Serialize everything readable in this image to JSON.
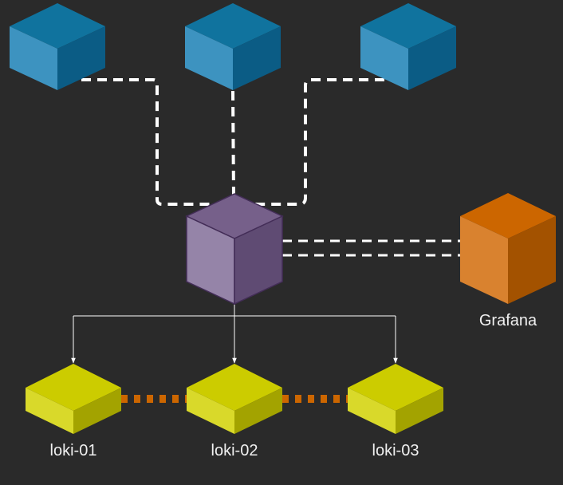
{
  "colors": {
    "background": "#2a2a2a",
    "blue_top": "#10739e",
    "blue_left": "#3d93c0",
    "blue_right": "#0b5c85",
    "purple_top": "#76608a",
    "purple_left": "#9584a8",
    "purple_right": "#5f4b73",
    "purple_stroke": "#432d57",
    "orange_top": "#cc6600",
    "orange_left": "#d9822f",
    "orange_right": "#a35200",
    "yellow_top": "#cccc00",
    "yellow_left": "#d9d92a",
    "yellow_right": "#a3a300",
    "dashed_link": "#ffffff",
    "orange_link": "#cc6600",
    "arrow": "#ffffff"
  },
  "nodes": {
    "source_1": {
      "label": ""
    },
    "source_2": {
      "label": ""
    },
    "source_3": {
      "label": ""
    },
    "hub": {
      "label": ""
    },
    "grafana": {
      "label": "Grafana"
    },
    "loki_01": {
      "label": "loki-01"
    },
    "loki_02": {
      "label": "loki-02"
    },
    "loki_03": {
      "label": "loki-03"
    }
  }
}
